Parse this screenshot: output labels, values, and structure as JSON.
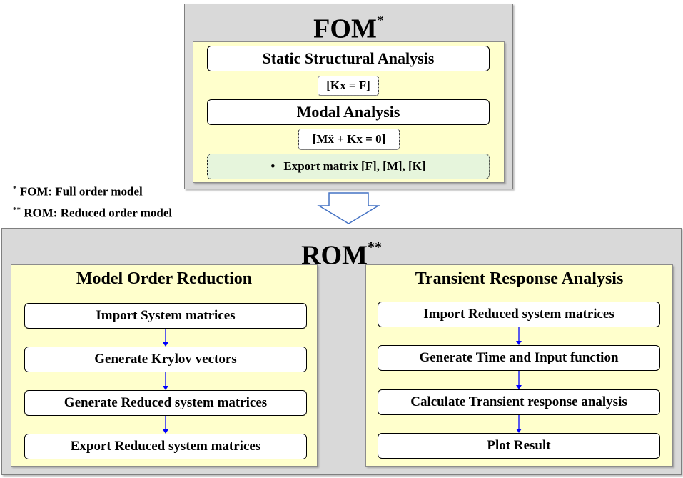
{
  "fom": {
    "title": "FOM",
    "title_mark": "*",
    "static_analysis": "Static Structural Analysis",
    "static_equation": "[Kx = F]",
    "modal_analysis": "Modal Analysis",
    "modal_equation": "[Mẍ + Kx = 0]",
    "export_bullet": "•",
    "export_text": "Export matrix [F], [M], [K]"
  },
  "footnotes": [
    {
      "mark": "*",
      "text": "FOM: Full order model"
    },
    {
      "mark": "**",
      "text": "ROM: Reduced order model"
    }
  ],
  "rom": {
    "title": "ROM",
    "title_mark": "**",
    "mor": {
      "title": "Model Order Reduction",
      "steps": [
        "Import  System matrices",
        "Generate Krylov  vectors",
        "Generate Reduced system matrices",
        "Export  Reduced system matrices"
      ]
    },
    "tra": {
      "title": "Transient  Response Analysis",
      "steps": [
        "Import  Reduced system matrices",
        "Generate Time and Input  function",
        "Calculate Transient response analysis",
        "Plot Result"
      ]
    }
  },
  "colors": {
    "panel_gray": "#d9d9d9",
    "panel_yellow": "#ffffcc",
    "export_green": "#e6f5dc",
    "flow_arrow_blue": "#0000ff",
    "big_arrow_outline": "#4472c4"
  }
}
